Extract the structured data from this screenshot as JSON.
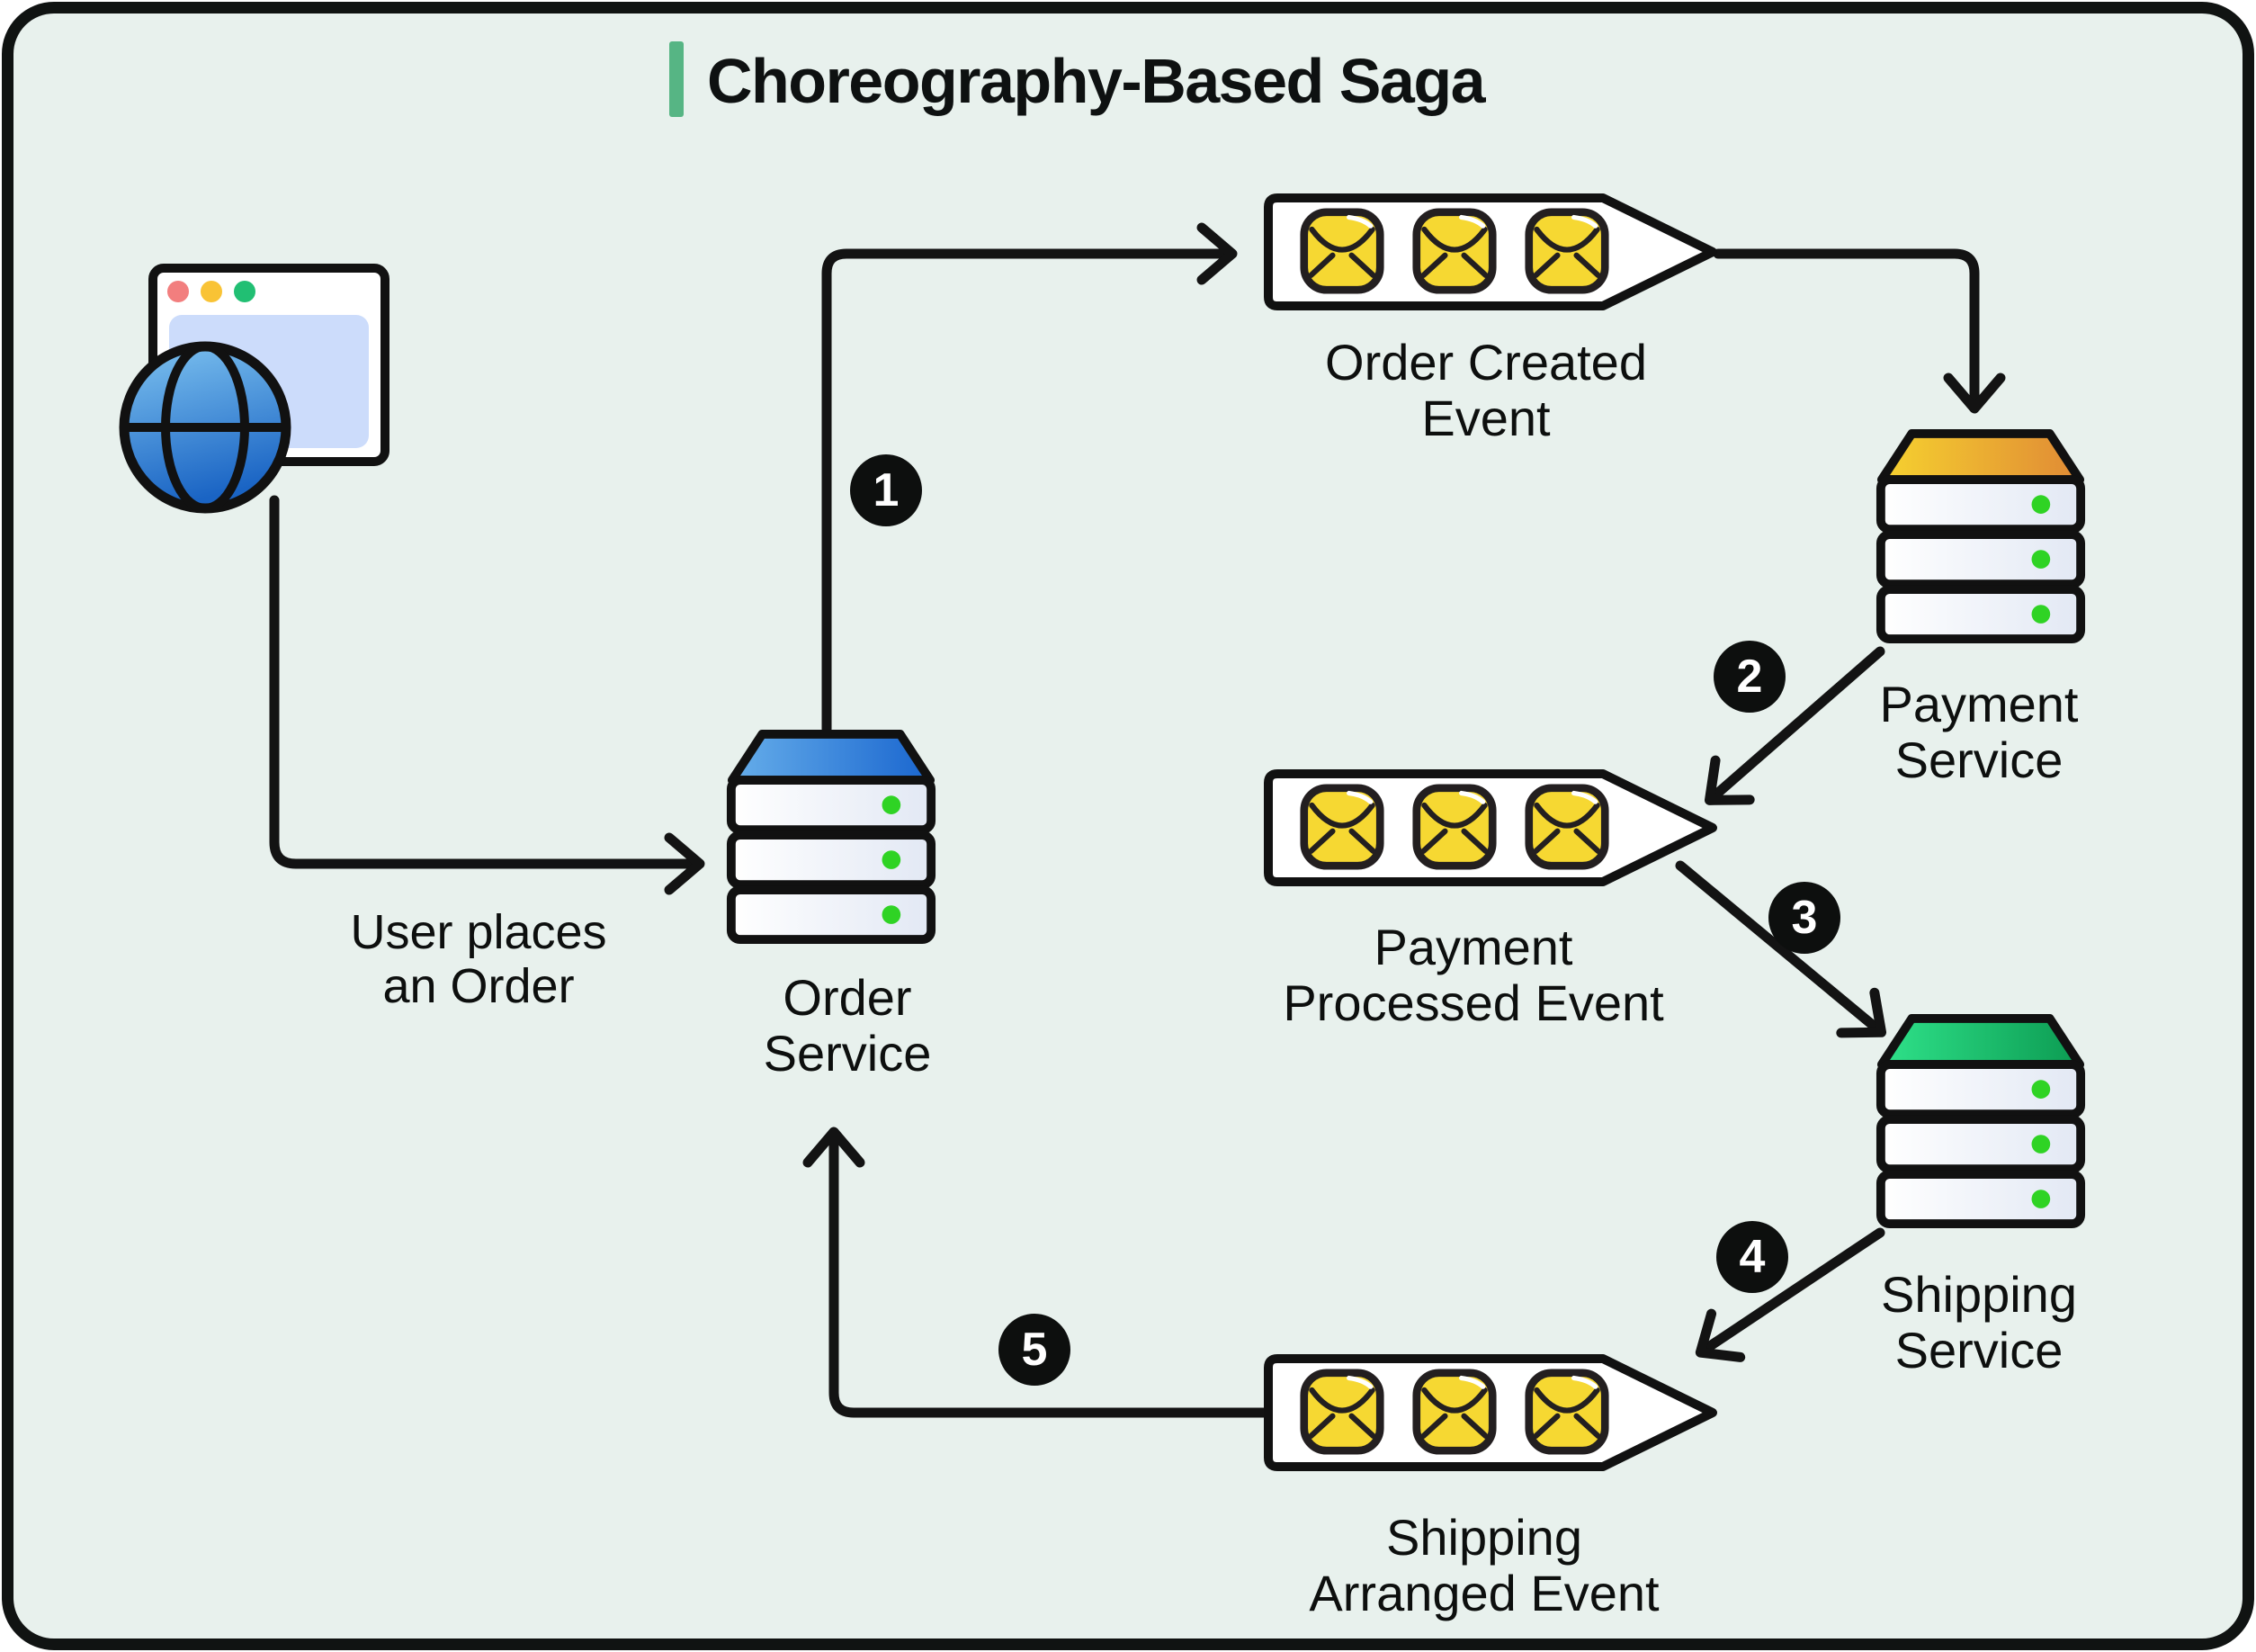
{
  "title": {
    "text": "Choreography-Based Saga"
  },
  "colors": {
    "page_background": "#ffffff",
    "diagram_background": "#e8f1ed",
    "frame_border": "#101312",
    "accent_green": "#56b584",
    "line_color": "#131313",
    "badge_background": "#0d0f0e",
    "badge_text": "#ffffff",
    "queue_fill": "#ffffff",
    "envelope_yellow": "#f6d832",
    "envelope_outline": "#231f20",
    "server_dot_green": "#2fd324",
    "order_service_top_from": "#66aeea",
    "order_service_top_to": "#1a66cf",
    "payment_service_top_from": "#f6d22f",
    "payment_service_top_to": "#e08a35",
    "shipping_service_top_from": "#2fe28a",
    "shipping_service_top_to": "#0c9b52",
    "globe_from": "#6cb8ec",
    "globe_to": "#1a64c4",
    "browser_dot_red": "#f27e7e",
    "browser_dot_yellow": "#f9c335",
    "browser_dot_green": "#21bf73",
    "browser_content_blue": "#ccdcfb"
  },
  "nodes": {
    "user": {
      "caption": [
        "User places",
        "an Order"
      ]
    },
    "order_service": {
      "label": [
        "Order",
        "Service"
      ]
    },
    "payment_service": {
      "label": [
        "Payment",
        "Service"
      ]
    },
    "shipping_service": {
      "label": [
        "Shipping",
        "Service"
      ]
    },
    "order_created_queue": {
      "label": [
        "Order Created",
        "Event"
      ]
    },
    "payment_processed_queue": {
      "label": [
        "Payment",
        "Processed Event"
      ]
    },
    "shipping_arranged_queue": {
      "label": [
        "Shipping",
        "Arranged Event"
      ]
    }
  },
  "steps": [
    {
      "number": "1"
    },
    {
      "number": "2"
    },
    {
      "number": "3"
    },
    {
      "number": "4"
    },
    {
      "number": "5"
    }
  ]
}
